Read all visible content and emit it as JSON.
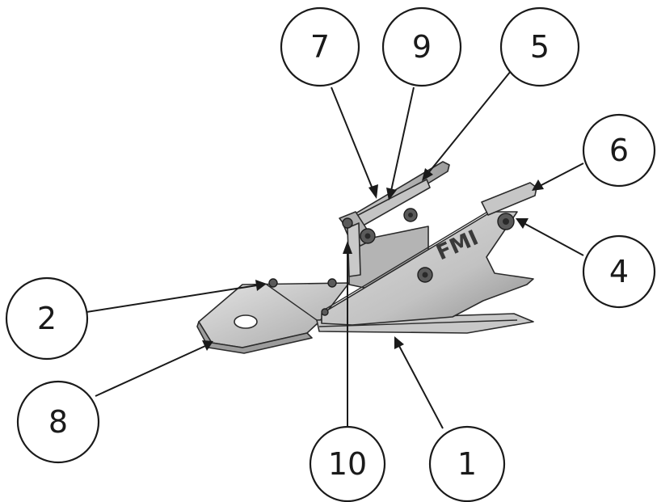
{
  "diagram": {
    "brand_text": "FMI",
    "balloons": [
      {
        "id": "balloon-7",
        "label": "7"
      },
      {
        "id": "balloon-9",
        "label": "9"
      },
      {
        "id": "balloon-5",
        "label": "5"
      },
      {
        "id": "balloon-6",
        "label": "6"
      },
      {
        "id": "balloon-4",
        "label": "4"
      },
      {
        "id": "balloon-2",
        "label": "2"
      },
      {
        "id": "balloon-8",
        "label": "8"
      },
      {
        "id": "balloon-10",
        "label": "10"
      },
      {
        "id": "balloon-1",
        "label": "1"
      }
    ],
    "colors": {
      "part_light": "#d4d4d4",
      "part_mid": "#b9b9b9",
      "part_dark": "#9a9a9a",
      "line": "#1a1a1a"
    }
  }
}
